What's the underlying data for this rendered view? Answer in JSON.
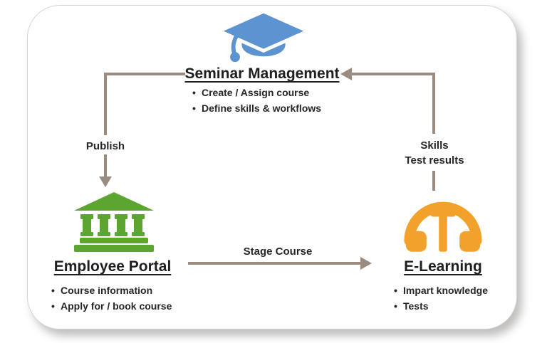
{
  "glyphs": {
    "bullet": "•"
  },
  "colors": {
    "cap_blue": "#5B94D0",
    "portal_green": "#5CA531",
    "elearning_orange": "#F2A22B",
    "arrow_taupe": "#9C8C80",
    "heading_text": "#1F1F1F",
    "body_text": "#262626",
    "card_border": "#D6D4D2"
  },
  "nodes": {
    "seminar_management": {
      "title": "Seminar Management",
      "icon": "graduation-cap-icon",
      "bullets": [
        "Create / Assign course",
        "Define skills & workflows"
      ]
    },
    "employee_portal": {
      "title": "Employee Portal",
      "icon": "bank-building-icon",
      "bullets": [
        "Course information",
        "Apply for / book course"
      ]
    },
    "e_learning": {
      "title": "E-Learning",
      "icon": "headphones-icon",
      "bullets": [
        "Impart knowledge",
        "Tests"
      ]
    }
  },
  "edges": {
    "publish": {
      "label": "Publish",
      "from": "Seminar Management",
      "to": "Employee Portal"
    },
    "stage_course": {
      "label": "Stage Course",
      "from": "Employee Portal",
      "to": "E-Learning"
    },
    "skills_results": {
      "label_lines": [
        "Skills",
        "Test results"
      ],
      "from": "E-Learning",
      "to": "Seminar Management"
    }
  }
}
